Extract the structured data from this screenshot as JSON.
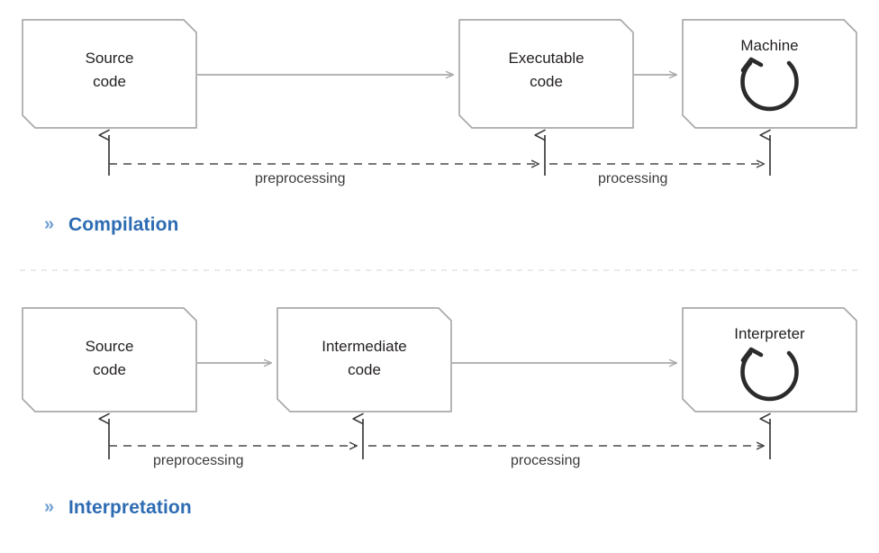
{
  "diagram": {
    "title_hidden": "",
    "colors": {
      "box_stroke": "#a9a9a9",
      "solid_arrow": "#a9a9a9",
      "dashed_arrow": "#4a4a4a",
      "loop_icon": "#2b2b2b",
      "heading_blue": "#2d6cb3",
      "bullet_blue": "#6f9ed4",
      "separator": "#e2e2e2",
      "text": "#231f20",
      "background": "#ffffff"
    }
  },
  "sections": [
    {
      "id": "compilation",
      "bullet": "»",
      "title": "Compilation",
      "nodes": [
        {
          "id": "src1",
          "label": "Source\ncode",
          "icon": "none"
        },
        {
          "id": "exe",
          "label": "Executable\ncode",
          "icon": "none"
        },
        {
          "id": "machine",
          "label": "Machine",
          "icon": "loop-arrow-icon"
        }
      ],
      "solid_edges": [
        {
          "from": "src1",
          "to": "exe"
        },
        {
          "from": "exe",
          "to": "machine"
        }
      ],
      "dashed_edges": [
        {
          "label": "preprocessing",
          "from": "src1",
          "to": "exe"
        },
        {
          "label": "processing",
          "from": "exe",
          "to": "machine"
        }
      ]
    },
    {
      "id": "interpretation",
      "bullet": "»",
      "title": "Interpretation",
      "nodes": [
        {
          "id": "src2",
          "label": "Source\ncode",
          "icon": "none"
        },
        {
          "id": "inter",
          "label": "Intermediate\ncode",
          "icon": "none"
        },
        {
          "id": "interpreter",
          "label": "Interpreter",
          "icon": "loop-arrow-icon"
        }
      ],
      "solid_edges": [
        {
          "from": "src2",
          "to": "inter"
        },
        {
          "from": "inter",
          "to": "interpreter"
        }
      ],
      "dashed_edges": [
        {
          "label": "preprocessing",
          "from": "src2",
          "to": "inter"
        },
        {
          "label": "processing",
          "from": "inter",
          "to": "interpreter"
        }
      ]
    }
  ],
  "labels": {
    "row1_node1": "Source\ncode",
    "row1_node2": "Executable\ncode",
    "row1_node3": "Machine",
    "row2_node1": "Source\ncode",
    "row2_node2": "Intermediate\ncode",
    "row2_node3": "Interpreter",
    "row1_edge1": "preprocessing",
    "row1_edge2": "processing",
    "row2_edge1": "preprocessing",
    "row2_edge2": "processing",
    "row1_title": "Compilation",
    "row2_title": "Interpretation",
    "bullet1": "»",
    "bullet2": "»"
  }
}
